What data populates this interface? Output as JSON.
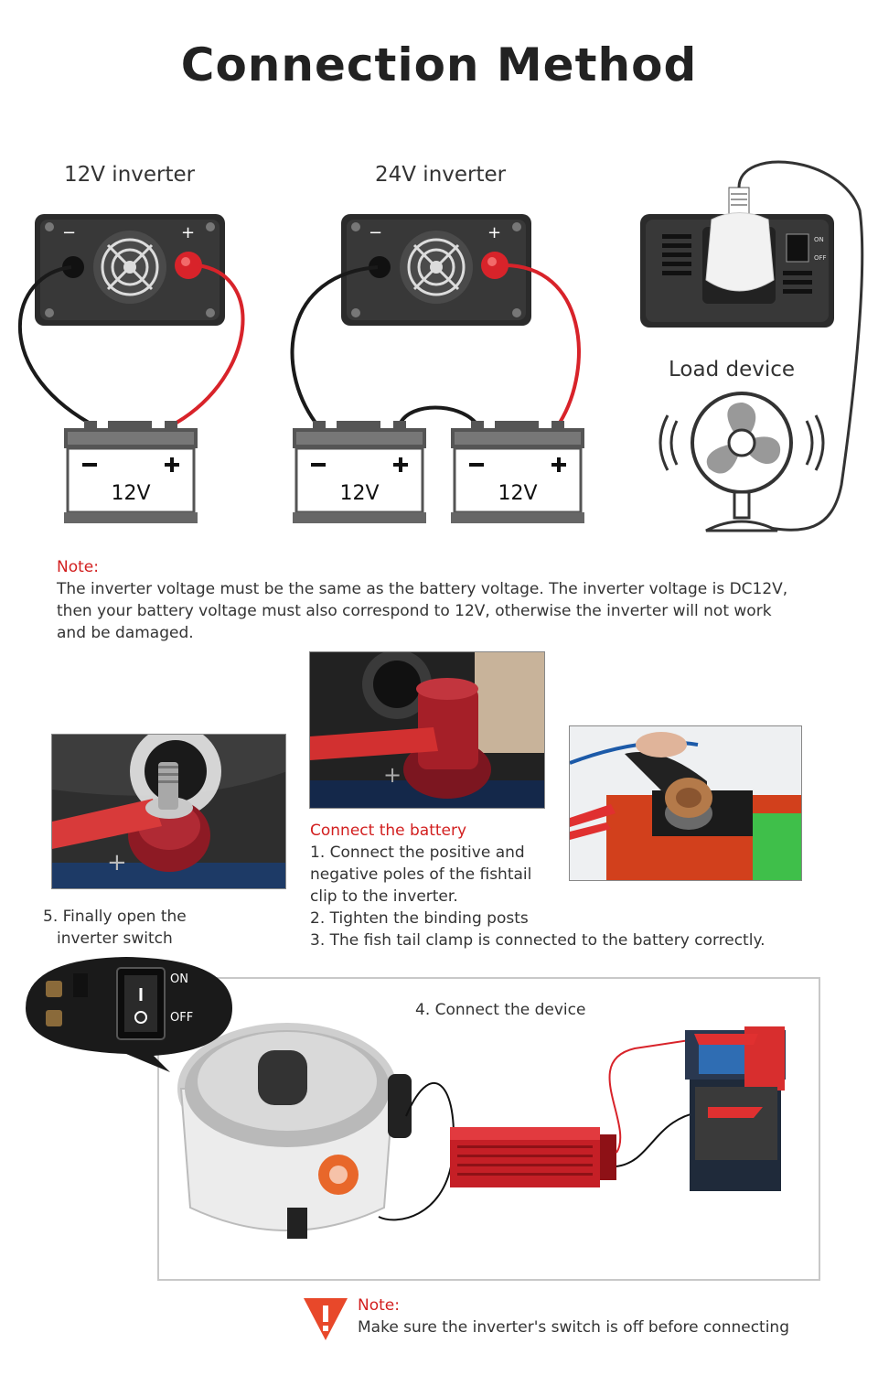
{
  "page": {
    "title": "Connection Method"
  },
  "diagram": {
    "inverter_12v_label": "12V inverter",
    "inverter_24v_label": "24V inverter",
    "load_device_label": "Load device",
    "battery_label": "12V",
    "switch_on": "ON",
    "switch_off": "OFF"
  },
  "note": {
    "heading": "Note:",
    "lines": [
      "The inverter voltage must be the same as the battery voltage. The inverter voltage is DC12V,",
      "then your battery voltage must also correspond to 12V, otherwise the inverter will not work",
      "and be damaged."
    ]
  },
  "steps": {
    "connect_heading": "Connect the battery",
    "step1_lines": [
      "1. Connect the positive and",
      "negative poles of the fishtail",
      "clip to the inverter."
    ],
    "step2": "2. Tighten the binding posts",
    "step3": "3. The fish tail clamp is connected to the battery correctly.",
    "step4": "4. Connect the device",
    "step5_lines": [
      "5. Finally open the",
      "inverter switch"
    ],
    "bubble_on": "ON",
    "bubble_off": "OFF"
  },
  "warning": {
    "heading": "Note:",
    "text": "Make sure the inverter's switch is off before connecting"
  },
  "colors": {
    "accent_red": "#d21f1f",
    "wire_red": "#d8232a",
    "wire_black": "#1a1a1a",
    "inverter_body": "#2b2b2b"
  }
}
